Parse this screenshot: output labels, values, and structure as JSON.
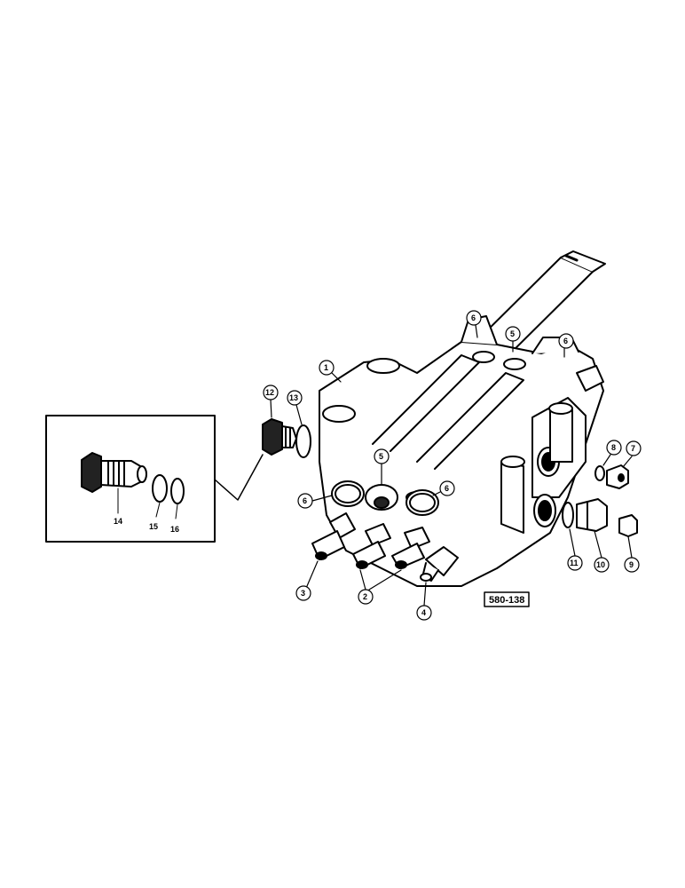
{
  "figure_code": "580-138",
  "callouts": {
    "c1": "1",
    "c2": "2",
    "c3": "3",
    "c4": "4",
    "c5a": "5",
    "c5b": "5",
    "c6a": "6",
    "c6b": "6",
    "c6c": "6",
    "c6d": "6",
    "c7": "7",
    "c8": "8",
    "c9": "9",
    "c10": "10",
    "c11": "11",
    "c12": "12",
    "c13": "13"
  },
  "inset_labels": {
    "c14": "14",
    "c15": "15",
    "c16": "16"
  }
}
